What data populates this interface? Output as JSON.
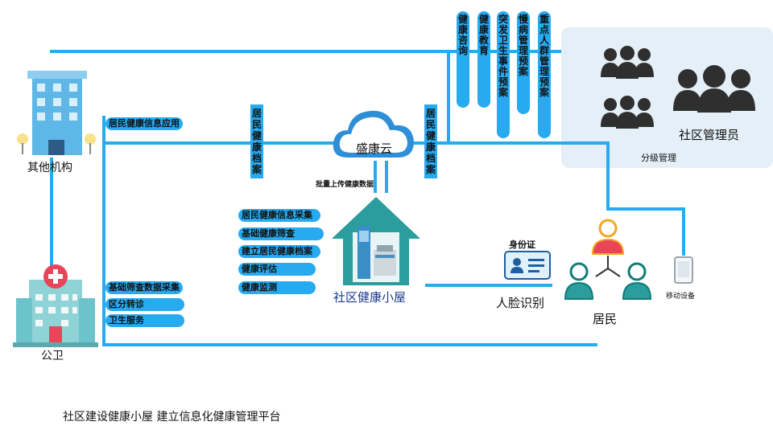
{
  "nodes": {
    "other_institutions": "其他机构",
    "public_health": "公卫",
    "cloud": "盛康云",
    "health_hut": "社区健康小屋",
    "residents": "居民",
    "community_admin": "社区管理员",
    "tiered_management": "分级管理",
    "id_card": "身份证",
    "face_recognition": "人脸识别",
    "mobile_device": "移动设备",
    "batch_upload": "批量上传健康数据"
  },
  "left_links": {
    "top": "居民健康信息应用",
    "bottom": [
      "基础筛查数据采集",
      "区分转诊",
      "卫生服务"
    ]
  },
  "vertical_links": {
    "archive_left": "居民健康档案",
    "archive_right": "居民健康档案"
  },
  "hut_functions": [
    "居民健康信息采集",
    "基础健康筛查",
    "建立居民健康档案",
    "健康评估",
    "健康监测"
  ],
  "services": [
    "健康咨询",
    "健康教育",
    "突发卫生事件预案",
    "慢病管理预案",
    "重点人群管理预案"
  ],
  "caption": "社区建设健康小屋  建立信息化健康管理平台",
  "colors": {
    "line": "#27aaf0",
    "panel": "#e4eff7",
    "house": "#2a9d9c",
    "person_fill": "#ffffff",
    "person_line": "#0e7c7b",
    "person_top": "#f5b021"
  }
}
